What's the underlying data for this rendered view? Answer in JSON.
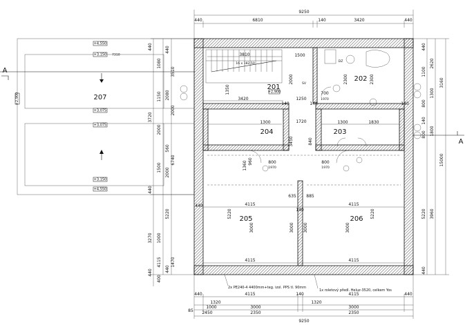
{
  "colors": {
    "line": "#111111",
    "wall_hatch": "#444444",
    "background": "#ffffff"
  },
  "rooms": {
    "r201": "201",
    "r202": "202",
    "r203": "203",
    "r204": "204",
    "r205": "205",
    "r206": "206",
    "r207": "207"
  },
  "levels": {
    "l201": "+2,900",
    "l201b": "16 x 182,50",
    "t4550a": "+4,550",
    "t3150a": "+3,150",
    "t3150n": "7310",
    "t2900": "+2,900",
    "t3075a": "+3,075",
    "t3075b": "+3,075",
    "t3150b": "+3,150",
    "t4550b": "+4,550"
  },
  "section": {
    "left": "A",
    "right": "A"
  },
  "top_dims": {
    "overall": "9250",
    "d440a": "440",
    "d6810": "6810",
    "d140": "140",
    "d3420": "3420",
    "d440b": "440"
  },
  "bottom_dims": {
    "d440a": "440",
    "d4115a": "4115",
    "d140": "140",
    "d4115b": "4115",
    "d440b": "440",
    "d1320a": "1320",
    "d1320b": "1320",
    "d3000a": "3000",
    "d3000b": "3000",
    "d2350a": "2350",
    "d2350b": "2350",
    "d2450": "2450",
    "d1000": "1000",
    "d85": "85",
    "d9250": "9250"
  },
  "left_dims": {
    "d440a": "440",
    "d3510": "3510",
    "d1080": "1080",
    "d2000a": "2000",
    "d440b": "440",
    "d2000b": "2000",
    "d3270": "3270",
    "d1500": "1500",
    "d560": "560",
    "d3720": "3720",
    "d1000": "1000",
    "d5220": "5220",
    "d2000c": "2000",
    "d440c": "440",
    "d1150": "1150",
    "d2080": "2080",
    "d6740": "6740",
    "d440d": "440",
    "d400": "400",
    "d4115": "4115",
    "d440e": "440",
    "d1470": "1470"
  },
  "right_dims": {
    "d440a": "440",
    "d2620": "2620",
    "d1100": "1100",
    "d3160": "3160",
    "d800a": "800",
    "d1300": "1300",
    "d140": "140",
    "d800b": "800",
    "d1800": "1800",
    "d15000": "15000",
    "d5220": "5220",
    "d3960": "3960",
    "d440b": "440"
  },
  "interior_dims": {
    "stair_w": "3810",
    "d1500": "1500",
    "d2000": "2000",
    "d2300a": "2300",
    "d2300b": "2300",
    "d1350": "1350",
    "d3420": "3420",
    "d140a": "140",
    "d1250": "1250",
    "d700": "700",
    "d1970a": "1970",
    "d140b": "140",
    "d140c": "140",
    "d1720": "1720",
    "d1300a": "1300",
    "d1300b": "1300",
    "d1830": "1830",
    "d3450": "3450",
    "d840": "840",
    "d800a": "800",
    "d1970b": "1970",
    "d800b": "800",
    "d1970c": "1970",
    "d960": "960",
    "d1360": "1360",
    "d635": "635",
    "d885": "885",
    "d140d": "140",
    "d440a": "440",
    "d4115a": "4115",
    "d4115b": "4115",
    "d5220a": "5220",
    "d5220b": "5220",
    "d3000a": "3000",
    "d3000b": "3000",
    "d3000c": "3000",
    "d3000d": "3000",
    "d4115c": "4115",
    "d4115d": "4115"
  },
  "notes": {
    "left": "2x PE240-4  4400mm+teg. izol. PPS tl. 90mm",
    "right": "1x roletový předl. Heluz-3520, celkem  Yos"
  },
  "symbols": {
    "sv": "SV",
    "dz": "DZ"
  }
}
